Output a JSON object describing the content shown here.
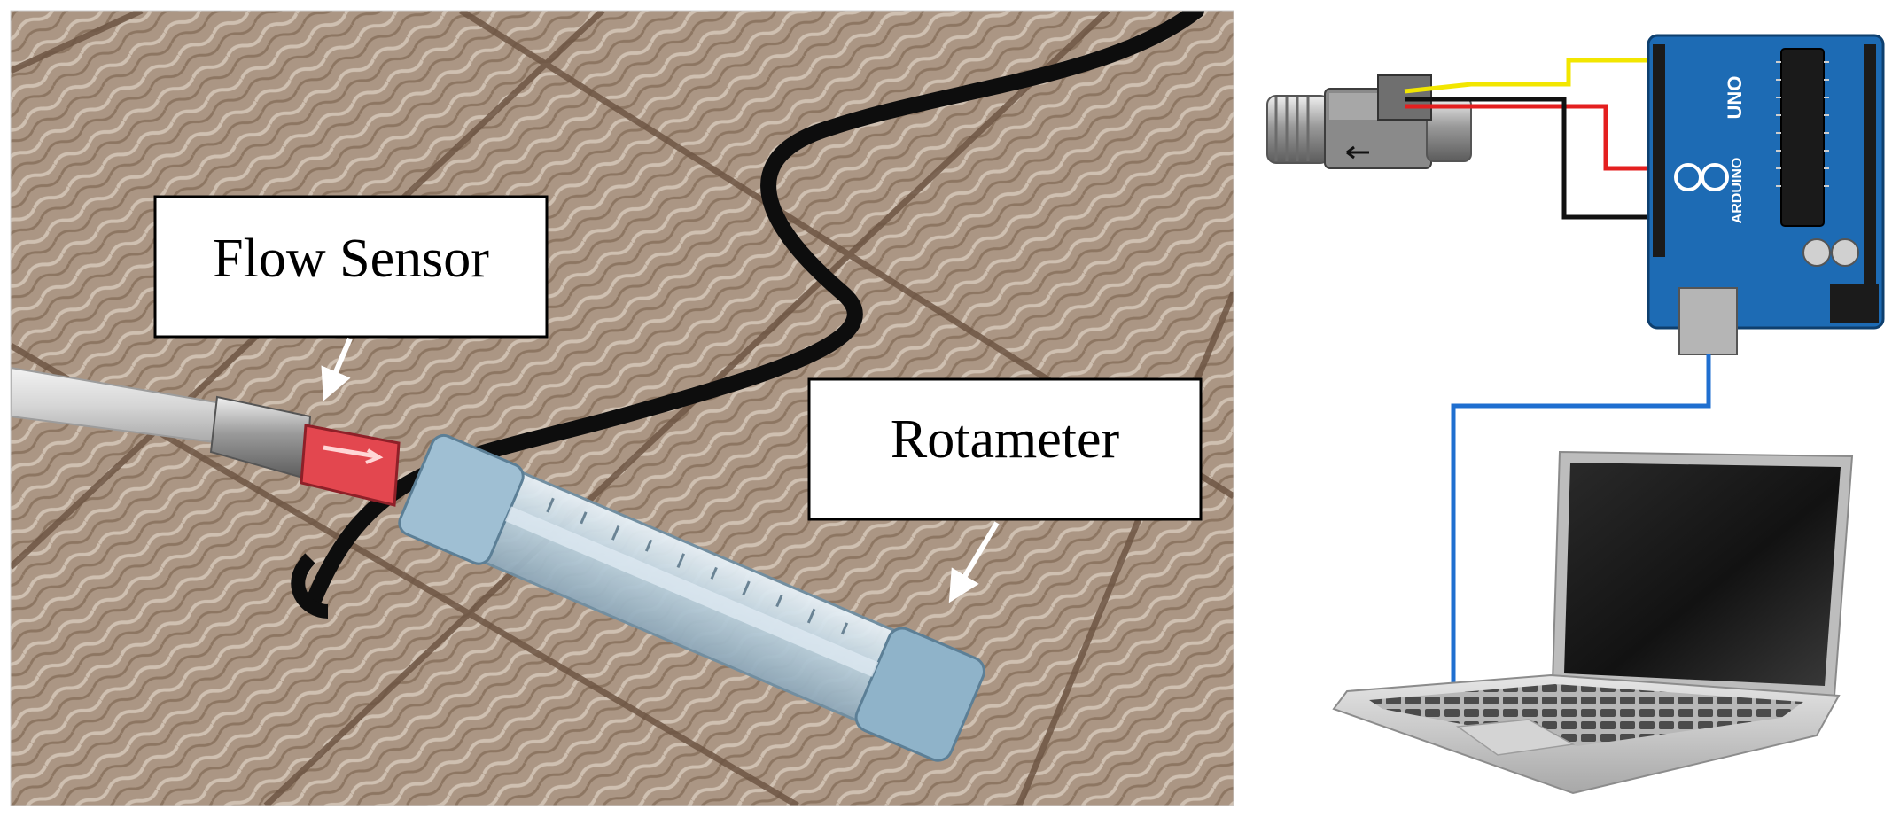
{
  "panel_left": {
    "labels": {
      "flow_sensor": "Flow Sensor",
      "rotameter": "Rotameter"
    }
  },
  "panel_right": {
    "board_markings": {
      "model": "UNO",
      "brand": "ARDUINO"
    },
    "wire_colors": {
      "signal": "#f2e600",
      "power": "#e41f1f",
      "ground": "#111111",
      "usb": "#1f6fd0"
    }
  },
  "colors": {
    "tile_base": "#a89380",
    "tile_light": "#c8b8a8",
    "tile_grout": "#7a6250",
    "hose": "#dcdcdc",
    "sensor_body": "#e4484f",
    "rotameter_tube": "#c9dbe6",
    "board": "#1d6bb4"
  }
}
